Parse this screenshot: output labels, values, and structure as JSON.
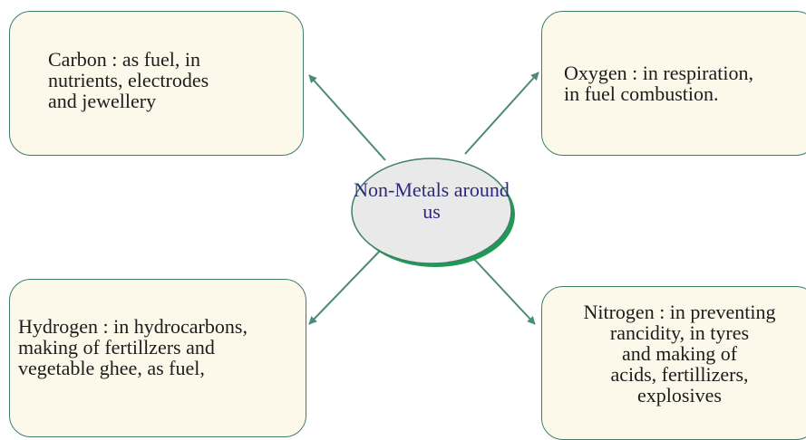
{
  "center": {
    "lines": [
      "Non-Metals",
      "around",
      "us"
    ]
  },
  "nodes": {
    "carbon": {
      "lines": [
        "Carbon : as fuel, in",
        "nutrients, electrodes",
        "and jewellery"
      ]
    },
    "oxygen": {
      "lines": [
        "Oxygen : in respiration,",
        "in fuel combustion."
      ]
    },
    "hydrogen": {
      "lines": [
        "Hydrogen : in hydrocarbons,",
        "making of fertillzers and",
        "vegetable ghee, as fuel,"
      ]
    },
    "nitrogen": {
      "lines": [
        "Nitrogen : in preventing",
        "rancidity, in tyres",
        "and making of",
        "acids, fertillizers,",
        "explosives"
      ]
    }
  },
  "colors": {
    "box_fill": "#fdf9ea",
    "box_border": "#3f7f6a",
    "arrow": "#4a8a78",
    "center_fill": "#e9e9e9",
    "center_shadow": "#1f9a55",
    "center_text": "#2e2a7a"
  }
}
